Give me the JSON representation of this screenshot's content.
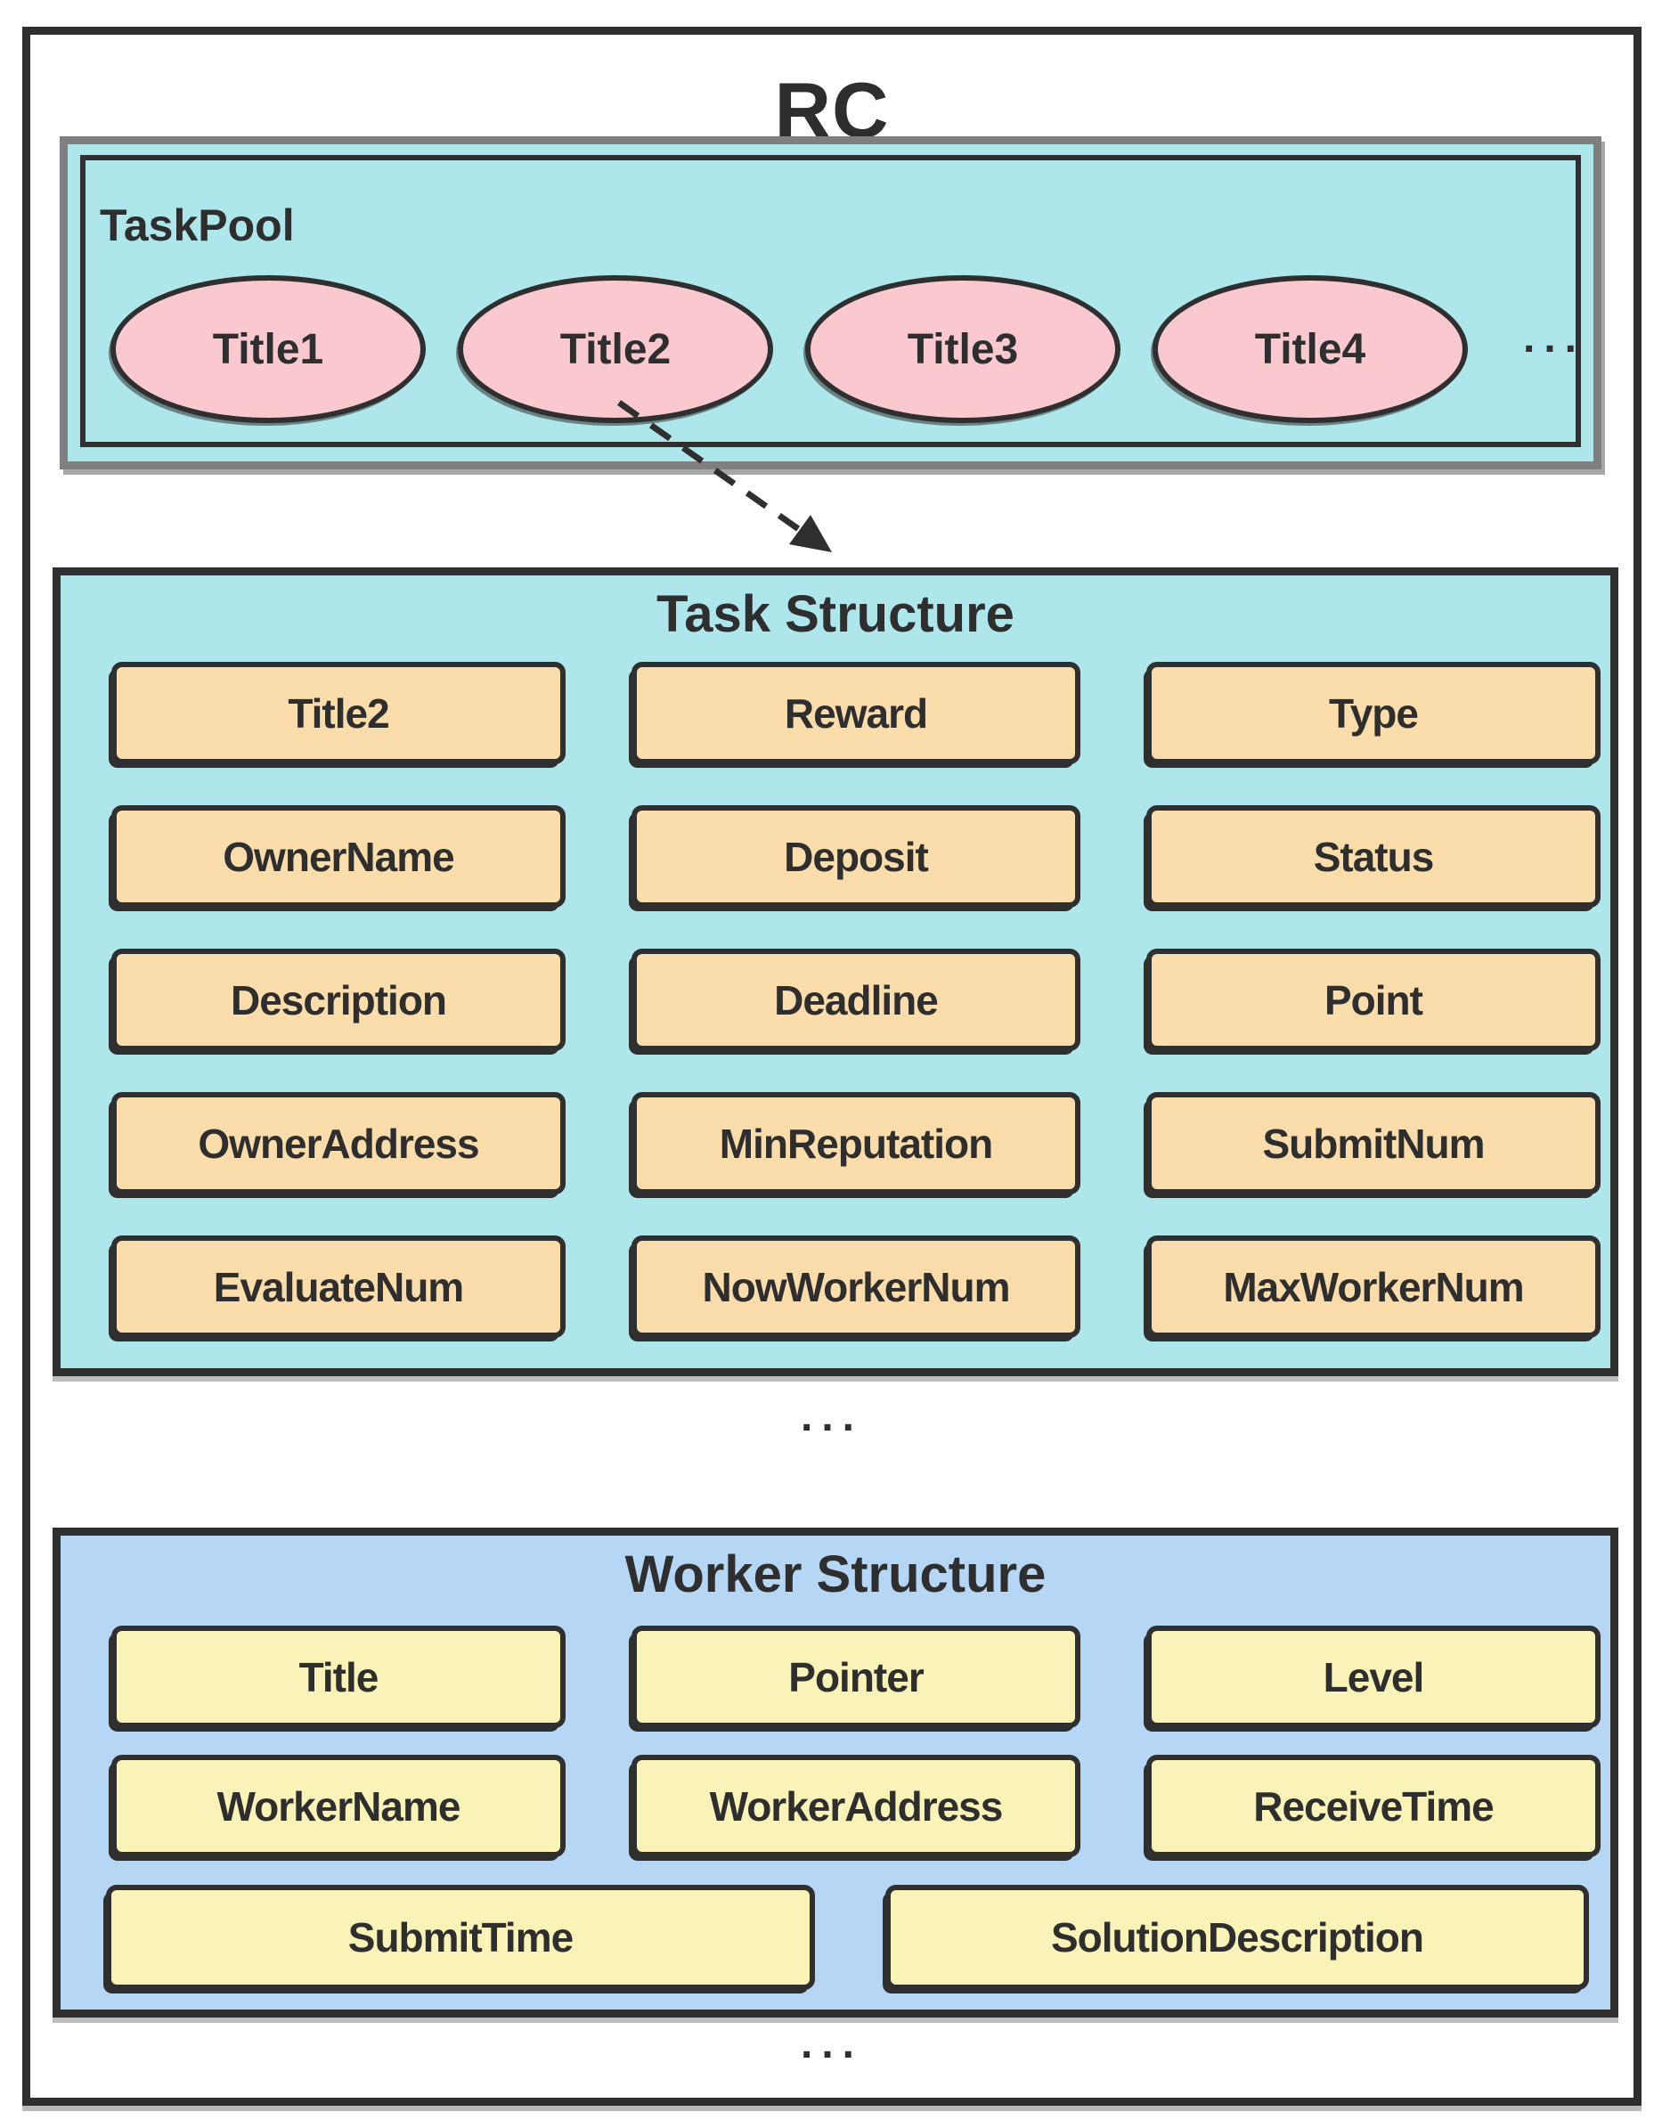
{
  "diagram": {
    "title": "RC",
    "task_pool": {
      "label": "TaskPool",
      "tasks": [
        "Title1",
        "Title2",
        "Title3",
        "Title4"
      ],
      "more_indicator": "..."
    },
    "arrow": {
      "from": "Title2",
      "to": "Task Structure"
    },
    "task_structure": {
      "title": "Task Structure",
      "fields": [
        [
          "Title2",
          "Reward",
          "Type"
        ],
        [
          "OwnerName",
          "Deposit",
          "Status"
        ],
        [
          "Description",
          "Deadline",
          "Point"
        ],
        [
          "OwnerAddress",
          "MinReputation",
          "SubmitNum"
        ],
        [
          "EvaluateNum",
          "NowWorkerNum",
          "MaxWorkerNum"
        ]
      ]
    },
    "more_tasks_indicator": "...",
    "worker_structure": {
      "title": "Worker Structure",
      "rows": [
        [
          "Title",
          "Pointer",
          "Level"
        ],
        [
          "WorkerName",
          "WorkerAddress",
          "ReceiveTime"
        ]
      ],
      "wide_row": [
        "SubmitTime",
        "SolutionDescription"
      ]
    },
    "more_workers_indicator": "...",
    "colors": {
      "canvas": "#ffffff",
      "outline": "#2f2f2f",
      "pool_border": "#7f7f7f",
      "cyan": "#ade7eb",
      "pink": "#f9c9cf",
      "orange": "#fbdcab",
      "blue": "#b6d6f6",
      "yellow": "#faf3b7",
      "text": "#2e2e2e"
    }
  }
}
